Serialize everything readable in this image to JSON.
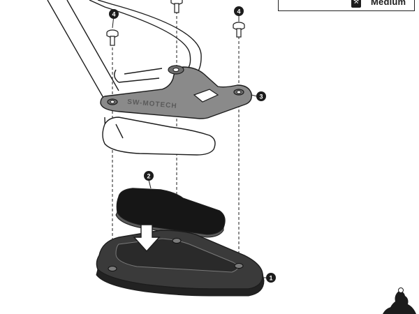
{
  "difficulty_badge": {
    "label": "Medium",
    "icon": "wrench-icon"
  },
  "part_brand_text": "SW-MOTECH",
  "callouts": {
    "base_plate": "1",
    "rubber_pad": "2",
    "mounting_bracket": "3",
    "screw_left": "4",
    "screw_right": "4"
  },
  "colors": {
    "line": "#1c1c1c",
    "bracket_fill": "#8a8a8a",
    "base_fill": "#3a3a3a",
    "pad_fill": "#161616"
  }
}
